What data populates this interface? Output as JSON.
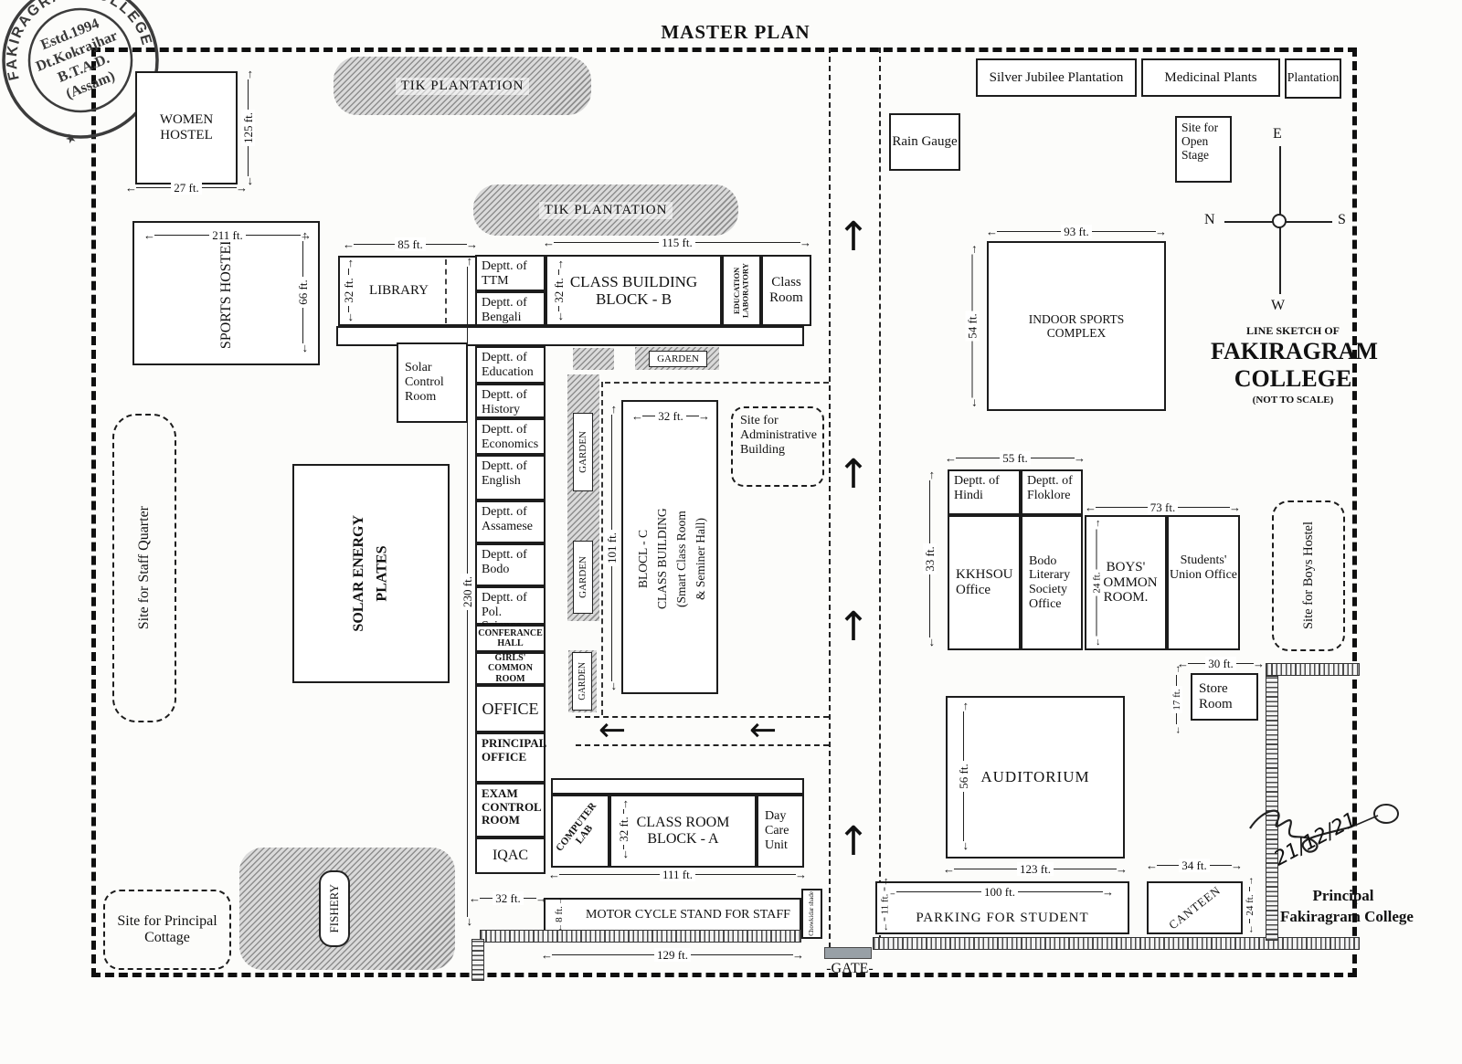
{
  "title": "MASTER PLAN",
  "symbols": {
    "up_arrow": "↑",
    "left_arrow": "←"
  },
  "stamp": {
    "ring": "FAKIRAGRAM COLLEGE",
    "star": "★",
    "estd": "Estd.1994",
    "district": "Dt.Kokrajhar",
    "btad": "B.T.A.D.",
    "state": "(Assam)"
  },
  "compass": {
    "top": "E",
    "left": "N",
    "right": "S",
    "bottom": "W"
  },
  "caption": {
    "line1": "LINE SKETCH OF",
    "line2": "FAKIRAGRAM",
    "line3": "COLLEGE",
    "line4": "(NOT TO SCALE)"
  },
  "signature": {
    "date": "21/12/21",
    "line1": "Principal",
    "line2": "Fakiragram College"
  },
  "gate": {
    "label": "-GATE-",
    "chowkidar": "Chowkidar shade"
  },
  "garden_label": "GARDEN",
  "depts": [
    "Deptt. of TTM",
    "Deptt. of Bengali",
    "Deptt. of Education",
    "Deptt. of History",
    "Deptt. of Economics",
    "Deptt. of English",
    "Deptt. of Assamese",
    "Deptt. of Bodo",
    "Deptt. of Pol. Science",
    "CONFERANCE HALL",
    "GIRLS' COMMON ROOM",
    "OFFICE",
    "PRINCIPAL OFFICE",
    "EXAM CONTROL ROOM",
    "IQAC"
  ],
  "areas": {
    "women_hostel": {
      "name": "WOMEN HOSTEL",
      "w": "27 ft.",
      "h": "125 ft."
    },
    "tik_plantation": {
      "name": "TIK PLANTATION"
    },
    "sports_hostel": {
      "name": "SPORTS HOSTEL",
      "w": "211 ft.",
      "h": "66 ft."
    },
    "library": {
      "name": "LIBRARY",
      "w": "85 ft.",
      "h": "32 ft."
    },
    "block_b": {
      "name": "CLASS BUILDING BLOCK - B",
      "w": "115 ft.",
      "h": "32 ft."
    },
    "education_laboratory": {
      "name": "EDUCATION LABORATORY"
    },
    "class_room": {
      "name": "Class Room"
    },
    "solar_control_room": {
      "name": "Solar Control Room"
    },
    "column_height": "230 ft.",
    "block_c": {
      "lines": [
        "BLOCL - C",
        "CLASS BUILDING",
        "(Smart Class Room",
        "& Seminer Hall)"
      ],
      "w": "32 ft.",
      "h": "101 ft."
    },
    "admin_site": {
      "name": "Site for Administrative Building"
    },
    "staff_quarter_site": {
      "name": "Site for Staff Quarter"
    },
    "solar_energy_plates": {
      "lines": [
        "SOLAR ENERGY",
        "PLATES"
      ]
    },
    "computer_lab": {
      "name": "COMPUTER LAB"
    },
    "block_a": {
      "name": "CLASS ROOM BLOCK - A",
      "w": "111 ft.",
      "h": "32 ft."
    },
    "day_care": {
      "name": "Day Care Unit"
    },
    "motor_stand": {
      "name": "MOTOR CYCLE STAND FOR STAFF",
      "w": "32 ft.",
      "h": "8 ft.",
      "wall": "129 ft."
    },
    "fishery": {
      "name": "FISHERY"
    },
    "principal_cottage_site": {
      "name": "Site for Principal Cottage"
    },
    "silver_jubilee": {
      "name": "Silver Jubilee Plantation"
    },
    "medicinal": {
      "name": "Medicinal Plants"
    },
    "plantation": {
      "name": "Plantation"
    },
    "rain_gauge": {
      "name": "Rain Gauge"
    },
    "open_stage": {
      "name": "Site for Open Stage"
    },
    "indoor_sports": {
      "name": "INDOOR SPORTS COMPLEX",
      "w": "93 ft.",
      "h": "54 ft."
    },
    "hindi": {
      "name": "Deptt. of Hindi"
    },
    "floklore": {
      "name": "Deptt. of Floklore"
    },
    "kkhsou": {
      "name": "KKHSOU Office"
    },
    "bodo_literary": {
      "name": "Bodo Literary Society Office"
    },
    "hindi_block": {
      "w": "55 ft.",
      "h": "33 ft."
    },
    "boys_common": {
      "name": "BOYS' COMMON ROOM.",
      "w": "73 ft.",
      "h": "24 ft."
    },
    "students_union": {
      "name": "Students' Union Office"
    },
    "boys_hostel_site": {
      "name": "Site for Boys Hostel"
    },
    "store_room": {
      "name": "Store Room",
      "w": "30 ft.",
      "h": "17 ft."
    },
    "auditorium": {
      "name": "AUDITORIUM",
      "w": "123 ft.",
      "h": "56 ft."
    },
    "parking": {
      "name": "PARKING FOR STUDENT",
      "w": "100 ft.",
      "h": "11 ft."
    },
    "canteen": {
      "name": "CANTEEN",
      "w": "34 ft.",
      "h": "24 ft."
    }
  }
}
